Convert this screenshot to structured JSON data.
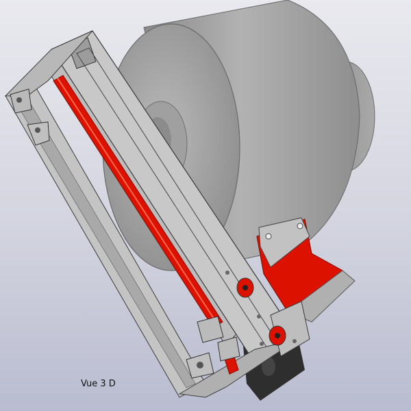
{
  "viewport": {
    "label": "Vue 3 D",
    "colors": {
      "background_top": "#e9e9ef",
      "background_bottom": "#b9bcd0",
      "drum_body": "#a8a8a8",
      "drum_shadow": "#7e7e7e",
      "frame": "#b4b4b4",
      "frame_edge": "#3a3a3a",
      "accent_red": "#dd1100",
      "dark_motor": "#2e2e2e"
    },
    "parts": [
      "cylindrical-drum",
      "rear-hub",
      "rectangular-frame",
      "red-rod",
      "red-wedge",
      "red-rollers",
      "corner-brackets",
      "motor-block"
    ]
  }
}
